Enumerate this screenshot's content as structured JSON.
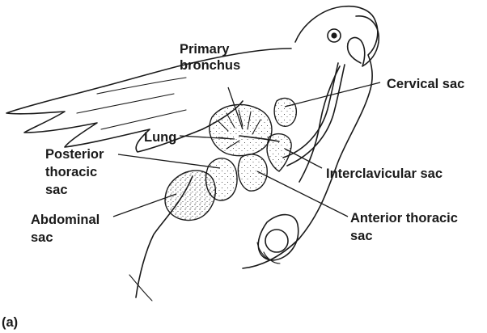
{
  "labels": {
    "primary_bronchus_line1": "Primary",
    "primary_bronchus_line2": "bronchus",
    "cervical_sac": "Cervical sac",
    "lung": "Lung",
    "posterior_thoracic_line1": "Posterior",
    "posterior_thoracic_line2": "thoracic",
    "posterior_thoracic_line3": "sac",
    "interclavicular_sac": "Interclavicular sac",
    "abdominal_line1": "Abdominal",
    "abdominal_line2": "sac",
    "anterior_thoracic_line1": "Anterior thoracic",
    "anterior_thoracic_line2": "sac"
  },
  "panel_label": "(a)",
  "colors": {
    "ink": "#1a1a1a",
    "background": "#ffffff"
  }
}
